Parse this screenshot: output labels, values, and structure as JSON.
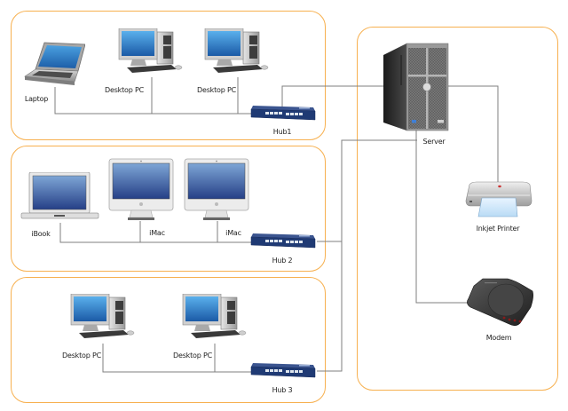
{
  "diagram": {
    "title": "",
    "colors": {
      "group_border": "#f7b04f",
      "connector": "#7f7f7f",
      "hub_blue": "#1f3a74",
      "screen_blue": "#2f7cc4"
    },
    "groups": [
      {
        "id": "lan1",
        "nodes": [
          {
            "id": "laptop",
            "label": "Laptop",
            "icon": "laptop-icon"
          },
          {
            "id": "desktop1a",
            "label": "Desktop PC",
            "icon": "desktop-pc-icon"
          },
          {
            "id": "desktop1b",
            "label": "Desktop PC",
            "icon": "desktop-pc-icon"
          },
          {
            "id": "hub1",
            "label": "Hub1",
            "icon": "hub-icon"
          }
        ]
      },
      {
        "id": "lan2",
        "nodes": [
          {
            "id": "ibook",
            "label": "iBook",
            "icon": "ibook-icon"
          },
          {
            "id": "imac1",
            "label": "iMac",
            "icon": "imac-icon"
          },
          {
            "id": "imac2",
            "label": "iMac",
            "icon": "imac-icon"
          },
          {
            "id": "hub2",
            "label": "Hub 2",
            "icon": "hub-icon"
          }
        ]
      },
      {
        "id": "lan3",
        "nodes": [
          {
            "id": "desktop3a",
            "label": "Desktop PC",
            "icon": "desktop-pc-icon"
          },
          {
            "id": "desktop3b",
            "label": "Desktop PC",
            "icon": "desktop-pc-icon"
          },
          {
            "id": "hub3",
            "label": "Hub 3",
            "icon": "hub-icon"
          }
        ]
      },
      {
        "id": "core",
        "nodes": [
          {
            "id": "server",
            "label": "Server",
            "icon": "server-icon"
          },
          {
            "id": "printer",
            "label": "Inkjet Printer",
            "icon": "inkjet-printer-icon"
          },
          {
            "id": "modem",
            "label": "Modem",
            "icon": "modem-icon"
          }
        ]
      }
    ],
    "edges": [
      {
        "from": "laptop",
        "to": "hub1"
      },
      {
        "from": "desktop1a",
        "to": "hub1"
      },
      {
        "from": "desktop1b",
        "to": "hub1"
      },
      {
        "from": "hub1",
        "to": "server"
      },
      {
        "from": "ibook",
        "to": "hub2"
      },
      {
        "from": "imac1",
        "to": "hub2"
      },
      {
        "from": "imac2",
        "to": "hub2"
      },
      {
        "from": "hub2",
        "to": "server"
      },
      {
        "from": "desktop3a",
        "to": "hub3"
      },
      {
        "from": "desktop3b",
        "to": "hub3"
      },
      {
        "from": "hub3",
        "to": "server"
      },
      {
        "from": "server",
        "to": "printer"
      },
      {
        "from": "server",
        "to": "modem"
      }
    ]
  }
}
